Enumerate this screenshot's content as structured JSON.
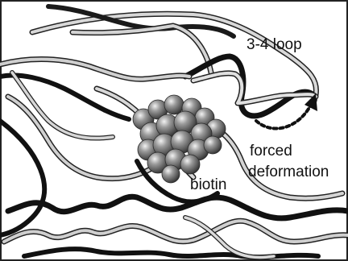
{
  "labels": {
    "loop": "3-4 loop",
    "forced": "forced",
    "deformation": "deformation",
    "ligand": "biotin"
  },
  "colors": {
    "strand_dark": "#1a1a1a",
    "strand_light": "#d8d8d8",
    "strand_outline": "#222222",
    "sphere_base": "#5c5c5c",
    "sphere_highlight": "#e6e6e6",
    "arrow": "#111111",
    "frame": "#222222"
  },
  "icons": {
    "arrow": "curved-dotted-arrow-icon"
  }
}
